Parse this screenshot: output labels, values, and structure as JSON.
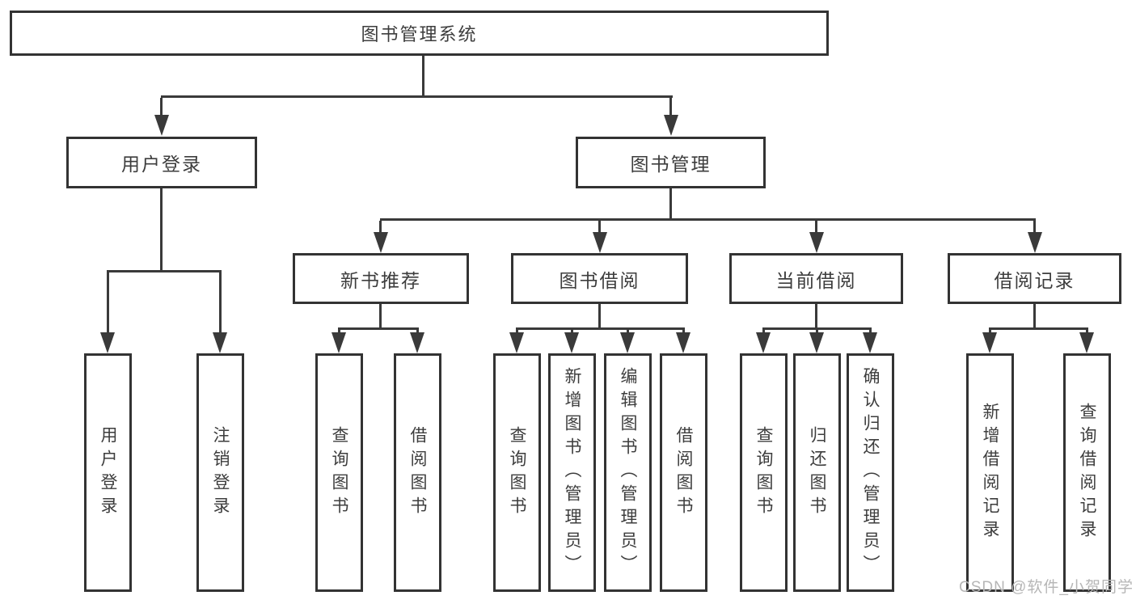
{
  "tree": {
    "label": "图书管理系统",
    "children": [
      {
        "label": "用户登录",
        "children": [
          {
            "label": "用户登录"
          },
          {
            "label": "注销登录"
          }
        ]
      },
      {
        "label": "图书管理",
        "children": [
          {
            "label": "新书推荐",
            "children": [
              {
                "label": "查询图书"
              },
              {
                "label": "借阅图书"
              }
            ]
          },
          {
            "label": "图书借阅",
            "children": [
              {
                "label": "查询图书"
              },
              {
                "label": "新增图书（管理员）"
              },
              {
                "label": "编辑图书（管理员）"
              },
              {
                "label": "借阅图书"
              }
            ]
          },
          {
            "label": "当前借阅",
            "children": [
              {
                "label": "查询图书"
              },
              {
                "label": "归还图书"
              },
              {
                "label": "确认归还（管理员）"
              }
            ]
          },
          {
            "label": "借阅记录",
            "children": [
              {
                "label": "新增借阅记录"
              },
              {
                "label": "查询借阅记录"
              }
            ]
          }
        ]
      }
    ]
  },
  "watermark": {
    "text": "CSDN @软件_小贺同学"
  },
  "colors": {
    "line": "#3a3a3a",
    "border": "#333333",
    "text": "#3d3d3d",
    "watermark": "#b6b6b6",
    "background": "#ffffff"
  }
}
